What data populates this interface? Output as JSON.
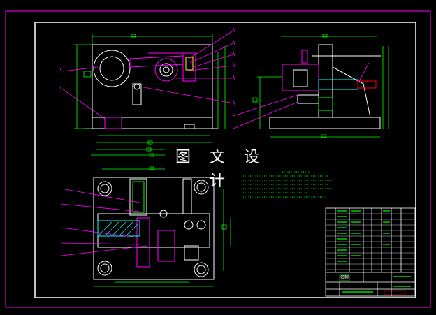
{
  "overlay": {
    "title": "图 文 设 计"
  },
  "title_block": {
    "name_cell": "名称"
  },
  "colors": {
    "background": "#000000",
    "frame": "#ffffff",
    "geometry": "#ffffff",
    "dimension": "#00ff00",
    "leader": "#ff00ff",
    "hidden": "#ff0000",
    "notes": "#00ff00"
  },
  "views": [
    {
      "id": "front-view",
      "name": "front"
    },
    {
      "id": "side-view",
      "name": "side"
    },
    {
      "id": "top-view",
      "name": "top"
    }
  ]
}
